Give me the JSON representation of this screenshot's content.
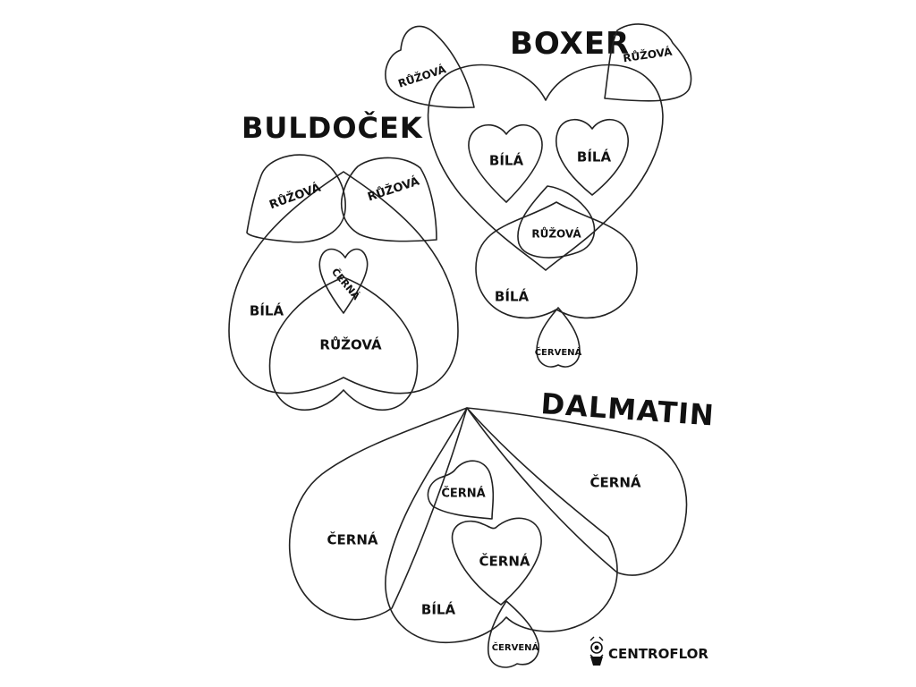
{
  "titles": {
    "boxer": "BOXER",
    "buldocek": "BULDOČEK",
    "dalmatin": "DALMATIN"
  },
  "labels": {
    "boxer_ear_left": "RŮŽOVÁ",
    "boxer_ear_right": "RŮŽOVÁ",
    "boxer_eye_left": "BÍLÁ",
    "boxer_eye_right": "BÍLÁ",
    "boxer_nose": "RŮŽOVÁ",
    "boxer_snout": "BÍLÁ",
    "boxer_tongue": "ČERVENÁ",
    "buldocek_ear_left": "RŮŽOVÁ",
    "buldocek_ear_right": "RŮŽOVÁ",
    "buldocek_nose": "ČERNÁ",
    "buldocek_face": "BÍLÁ",
    "buldocek_snout": "RŮŽOVÁ",
    "dalmatin_ear_left": "ČERNÁ",
    "dalmatin_ear_right": "ČERNÁ",
    "dalmatin_spot_small": "ČERNÁ",
    "dalmatin_spot_big": "ČERNÁ",
    "dalmatin_face": "BÍLÁ",
    "dalmatin_tongue": "ČERVENÁ"
  },
  "brand": {
    "name": "CENTROFLOR",
    "logo_icon": "flower-pot-icon"
  }
}
